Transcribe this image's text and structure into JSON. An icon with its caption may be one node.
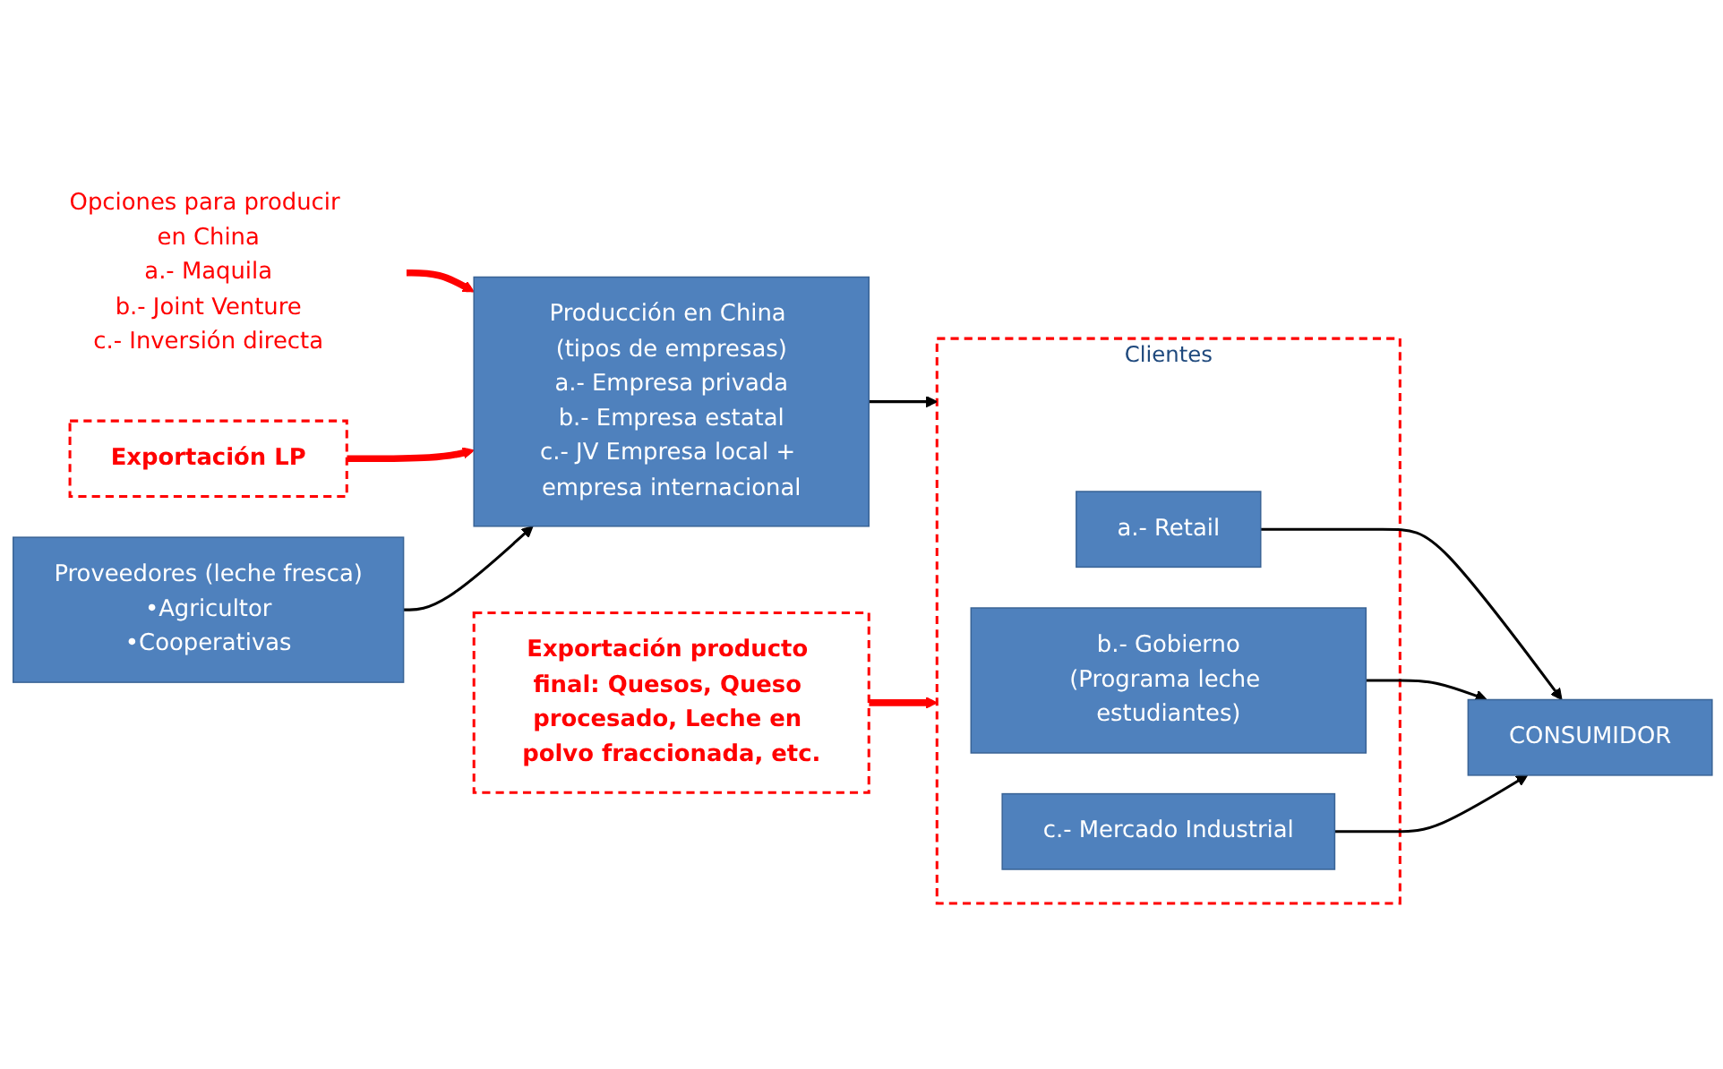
{
  "diagram": {
    "nodes": [
      {
        "text": [
          "Opciones para producir en China",
          "a.- Maquila",
          "b.- Joint Venture",
          "c.- Inversión directa"
        ]
      },
      {
        "text": [
          "Exportación LP"
        ]
      },
      {
        "text": [
          "Proveedores (leche fresca)",
          "•Agricultor",
          "•Cooperativas"
        ]
      },
      {
        "text": [
          "Producción en China (tipos de empresas)",
          "a.- Empresa privada",
          "b.- Empresa estatal",
          "c.- JV Empresa local + empresa internacional"
        ]
      },
      {
        "text": [
          "Clientes"
        ]
      },
      {
        "text": [
          "a.- Retail"
        ],
        "in": 4
      },
      {
        "text": [
          "b.- Gobierno",
          "(Programa leche estudiantes)"
        ],
        "in": 4
      },
      {
        "text": [
          "c.- Mercado Industrial"
        ],
        "in": 4
      },
      {
        "text": [
          "Exportación producto final: Quesos, Queso procesado, Leche en polvo fraccionada, etc."
        ]
      },
      {
        "text": [
          "CONSUMIDOR"
        ]
      }
    ],
    "edges": [
      {
        "from": 0,
        "to": 3,
        "arrow": "to",
        "style": "thick",
        "color": "#ff0000"
      },
      {
        "from": 1,
        "to": 3,
        "arrow": "to",
        "style": "thick",
        "color": "#ff0000"
      },
      {
        "from": 2,
        "to": 3,
        "arrow": "to"
      },
      {
        "from": 3,
        "to": 4,
        "arrow": "to"
      },
      {
        "from": 5,
        "to": 9,
        "arrow": "to"
      },
      {
        "from": 6,
        "to": 9,
        "arrow": "to"
      },
      {
        "from": 7,
        "to": 9,
        "arrow": "to"
      },
      {
        "from": 8,
        "to": 4,
        "arrow": "to",
        "style": "thick",
        "color": "#ff0000"
      }
    ]
  }
}
